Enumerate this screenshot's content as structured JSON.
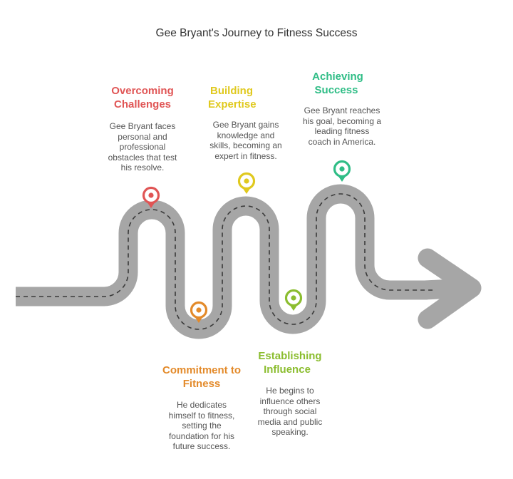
{
  "title": "Gee Bryant's Journey to Fitness Success",
  "colors": {
    "road": "#a6a6a6",
    "lane": "#3a3a3a",
    "overcoming": "#e05555",
    "commitment": "#e38a2a",
    "building": "#e0c91e",
    "influence": "#8bbd2f",
    "success": "#2fbd86"
  },
  "steps": [
    {
      "id": "overcoming",
      "heading_line1": "Overcoming",
      "heading_line2": "Challenges",
      "description": [
        "Gee Bryant faces",
        "personal and",
        "professional",
        "obstacles that test",
        "his resolve."
      ],
      "icon": "map-pin-icon"
    },
    {
      "id": "commitment",
      "heading_line1": "Commitment to",
      "heading_line2": "Fitness",
      "description": [
        "He dedicates",
        "himself to fitness,",
        "setting the",
        "foundation for his",
        "future success."
      ],
      "icon": "map-pin-icon"
    },
    {
      "id": "building",
      "heading_line1": "Building",
      "heading_line2": "Expertise",
      "description": [
        "Gee Bryant gains",
        "knowledge and",
        "skills, becoming an",
        "expert in fitness."
      ],
      "icon": "map-pin-icon"
    },
    {
      "id": "influence",
      "heading_line1": "Establishing",
      "heading_line2": "Influence",
      "description": [
        "He begins to",
        "influence others",
        "through social",
        "media and public",
        "speaking."
      ],
      "icon": "map-pin-icon"
    },
    {
      "id": "success",
      "heading_line1": "Achieving",
      "heading_line2": "Success",
      "description": [
        "Gee Bryant reaches",
        "his goal, becoming a",
        "leading fitness",
        "coach in America."
      ],
      "icon": "map-pin-icon"
    }
  ]
}
